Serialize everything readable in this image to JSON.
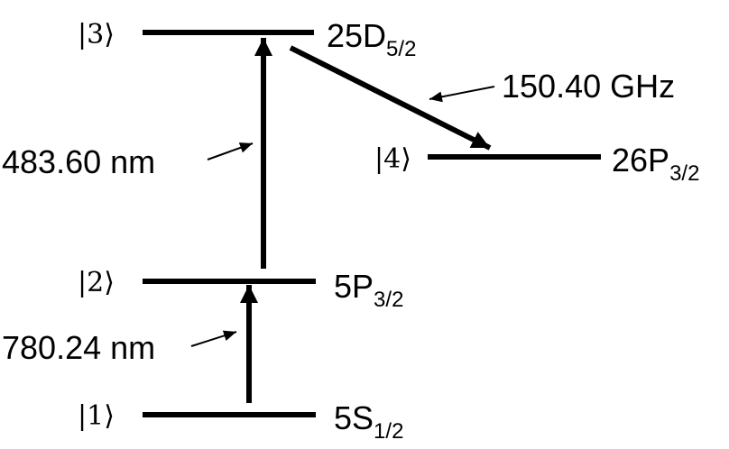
{
  "levels": [
    {
      "ket": "|1⟩",
      "term": "5S",
      "sub": "1/2"
    },
    {
      "ket": "|2⟩",
      "term": "5P",
      "sub": "3/2"
    },
    {
      "ket": "|3⟩",
      "term": "25D",
      "sub": "5/2"
    },
    {
      "ket": "|4⟩",
      "term": "26P",
      "sub": "3/2"
    }
  ],
  "transitions": [
    {
      "label": "780.24 nm"
    },
    {
      "label": "483.60 nm"
    },
    {
      "label": "150.40 GHz"
    }
  ]
}
